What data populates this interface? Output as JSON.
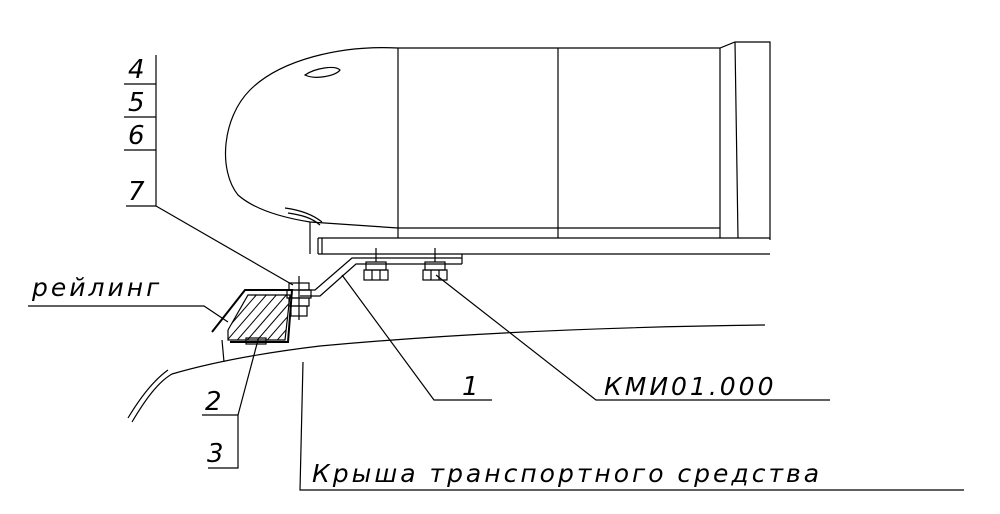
{
  "callouts": {
    "item_4": "4",
    "item_5": "5",
    "item_6": "6",
    "item_7": "7",
    "item_1": "1",
    "item_2": "2",
    "item_3": "3",
    "railing": "рейлинг",
    "assembly": "КМИ01.000",
    "vehicle_roof": "Крыша транспортного средства"
  }
}
